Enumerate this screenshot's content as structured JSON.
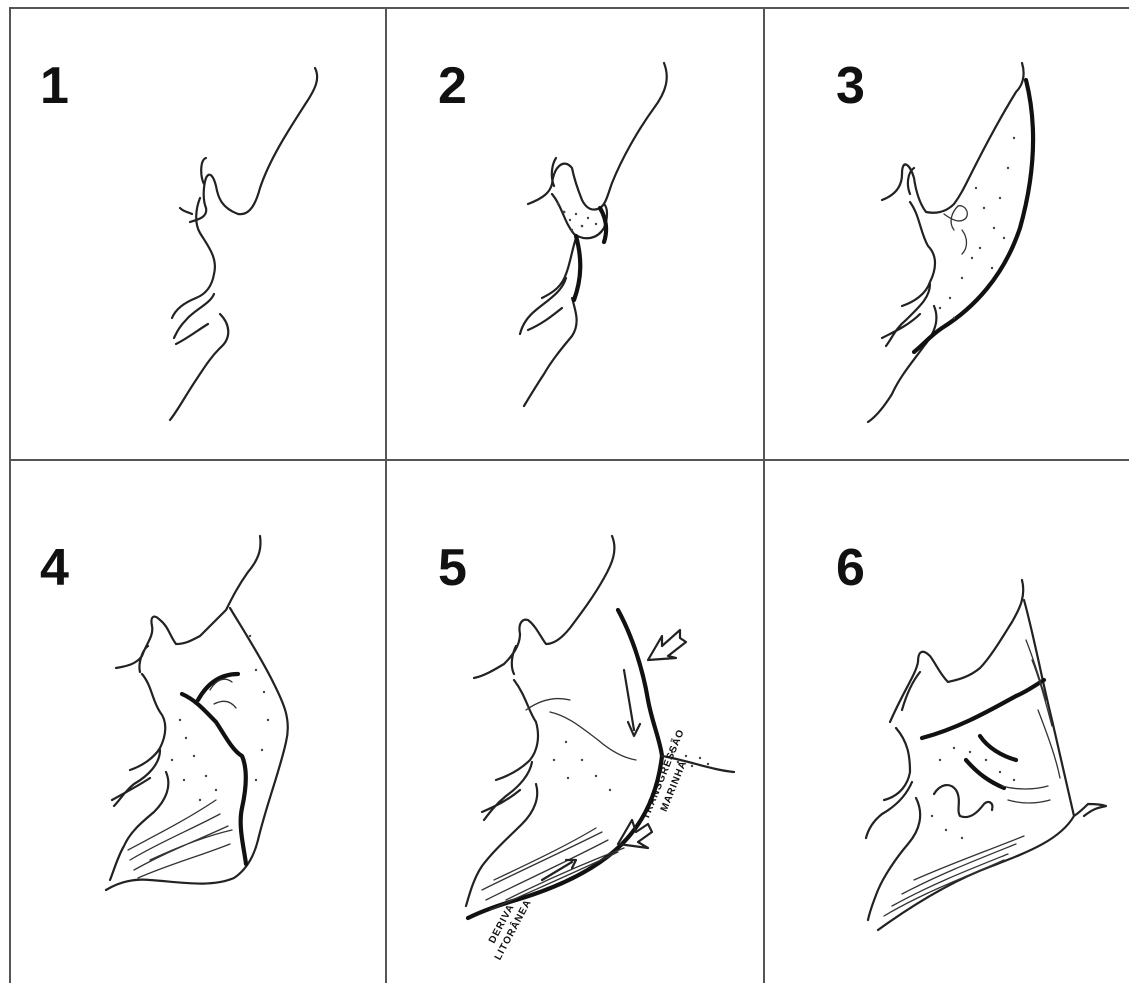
{
  "figure": {
    "panels": [
      {
        "id": "1",
        "label": "1"
      },
      {
        "id": "2",
        "label": "2"
      },
      {
        "id": "3",
        "label": "3"
      },
      {
        "id": "4",
        "label": "4"
      },
      {
        "id": "5",
        "label": "5",
        "annotations": {
          "deriva_line1": "DERIVA",
          "deriva_line2": "LITORÂNEA",
          "transgressao_line1": "TRANSGRESSÃO",
          "transgressao_line2": "MARINHA"
        }
      },
      {
        "id": "6",
        "label": "6"
      }
    ]
  }
}
